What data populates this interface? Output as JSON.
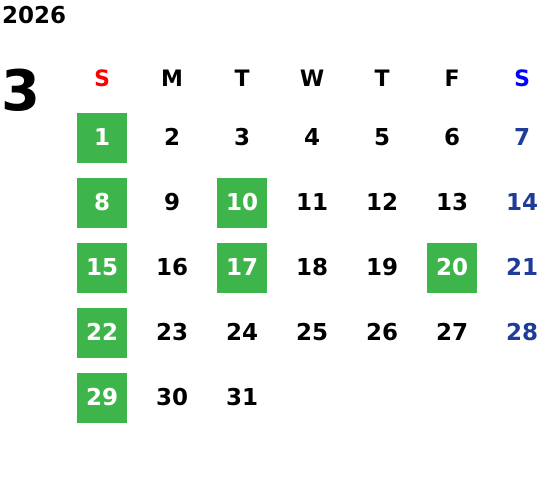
{
  "calendar": {
    "year": "2026",
    "month": "3",
    "weekdays": [
      {
        "label": "S",
        "color": "#ff0000"
      },
      {
        "label": "M",
        "color": "#000000"
      },
      {
        "label": "T",
        "color": "#000000"
      },
      {
        "label": "W",
        "color": "#000000"
      },
      {
        "label": "T",
        "color": "#000000"
      },
      {
        "label": "F",
        "color": "#000000"
      },
      {
        "label": "S",
        "color": "#0000ff"
      }
    ],
    "first_weekday_index": 0,
    "days": [
      {
        "n": "1",
        "highlight": true
      },
      {
        "n": "2",
        "highlight": false
      },
      {
        "n": "3",
        "highlight": false
      },
      {
        "n": "4",
        "highlight": false
      },
      {
        "n": "5",
        "highlight": false
      },
      {
        "n": "6",
        "highlight": false
      },
      {
        "n": "7",
        "highlight": false
      },
      {
        "n": "8",
        "highlight": true
      },
      {
        "n": "9",
        "highlight": false
      },
      {
        "n": "10",
        "highlight": true
      },
      {
        "n": "11",
        "highlight": false
      },
      {
        "n": "12",
        "highlight": false
      },
      {
        "n": "13",
        "highlight": false
      },
      {
        "n": "14",
        "highlight": false
      },
      {
        "n": "15",
        "highlight": true
      },
      {
        "n": "16",
        "highlight": false
      },
      {
        "n": "17",
        "highlight": true
      },
      {
        "n": "18",
        "highlight": false
      },
      {
        "n": "19",
        "highlight": false
      },
      {
        "n": "20",
        "highlight": true
      },
      {
        "n": "21",
        "highlight": false
      },
      {
        "n": "22",
        "highlight": true
      },
      {
        "n": "23",
        "highlight": false
      },
      {
        "n": "24",
        "highlight": false
      },
      {
        "n": "25",
        "highlight": false
      },
      {
        "n": "26",
        "highlight": false
      },
      {
        "n": "27",
        "highlight": false
      },
      {
        "n": "28",
        "highlight": false
      },
      {
        "n": "29",
        "highlight": true
      },
      {
        "n": "30",
        "highlight": false
      },
      {
        "n": "31",
        "highlight": false
      }
    ],
    "colors": {
      "highlight_bg": "#3db54a",
      "highlight_text": "#ffffff",
      "saturday_text": "#1f3c99",
      "default_text": "#000000"
    }
  }
}
